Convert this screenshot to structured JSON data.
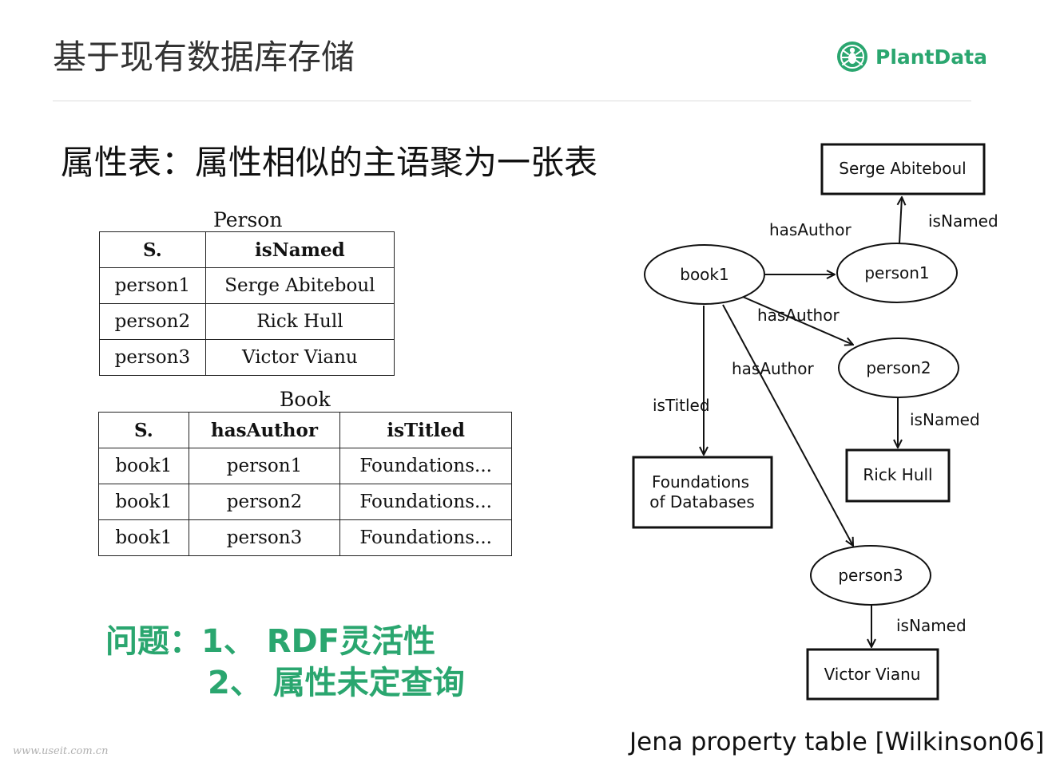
{
  "slide": {
    "title": "基于现有数据库存储",
    "subtitle": "属性表：属性相似的主语聚为一张表"
  },
  "logo": {
    "text": "PlantData",
    "icon": "spider-icon",
    "color": "#2aa66f"
  },
  "person_table": {
    "caption": "Person",
    "headers": [
      "S.",
      "isNamed"
    ],
    "rows": [
      [
        "person1",
        "Serge Abiteboul"
      ],
      [
        "person2",
        "Rick Hull"
      ],
      [
        "person3",
        "Victor Vianu"
      ]
    ]
  },
  "book_table": {
    "caption": "Book",
    "headers": [
      "S.",
      "hasAuthor",
      "isTitled"
    ],
    "rows": [
      [
        "book1",
        "person1",
        "Foundations..."
      ],
      [
        "book1",
        "person2",
        "Foundations..."
      ],
      [
        "book1",
        "person3",
        "Foundations..."
      ]
    ]
  },
  "issues": {
    "line1": "问题：1、 RDF灵活性",
    "line2": "2、 属性未定查询",
    "color": "#2aa66f"
  },
  "graph": {
    "nodes": {
      "book1": "book1",
      "person1": "person1",
      "person2": "person2",
      "person3": "person3",
      "serge": "Serge Abiteboul",
      "rick": "Rick Hull",
      "victor": "Victor Vianu",
      "foundations_line1": "Foundations",
      "foundations_line2": "of Databases"
    },
    "edges": {
      "book1_person1": "hasAuthor",
      "book1_person2": "hasAuthor",
      "book1_person3": "hasAuthor",
      "book1_title": "isTitled",
      "person1_name": "isNamed",
      "person2_name": "isNamed",
      "person3_name": "isNamed"
    }
  },
  "citation": "Jena property table [Wilkinson06]",
  "watermark": "www.useit.com.cn"
}
